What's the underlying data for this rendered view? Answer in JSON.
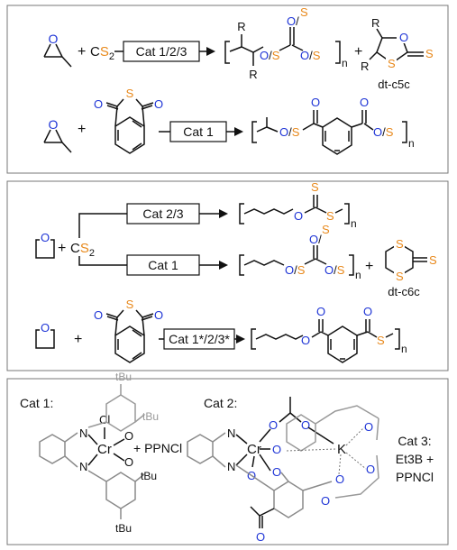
{
  "reactions": {
    "r1": {
      "reagent": "CS",
      "reagent_sub": "2",
      "catalyst_label": "Cat 1/2/3",
      "plus_1": "+",
      "plus_2": "+",
      "subscript": "n",
      "product_labels": [
        "R",
        "R",
        "O/S",
        "O/S",
        "O/S",
        "O/S",
        "S"
      ],
      "cyclic_product": {
        "name": "dt-c5c",
        "ring_atoms": [
          "O",
          "S",
          "S"
        ],
        "substituents": [
          "R",
          "R"
        ]
      }
    },
    "r2": {
      "catalyst_label": "Cat 1",
      "plus": "+",
      "subscript": "n",
      "reagent_atoms": [
        "S",
        "O",
        "O"
      ],
      "product_labels": [
        "O/S",
        "O/S",
        "O",
        "O"
      ]
    },
    "r3": {
      "reagent": "CS",
      "reagent_sub": "2",
      "plus": "+",
      "catalyst_top": "Cat 2/3",
      "catalyst_bottom": "Cat 1",
      "subscript": "n",
      "top_product_labels": [
        "S",
        "O",
        "S"
      ],
      "bottom_product_labels": [
        "O/S",
        "O/S",
        "O/S",
        "O/S"
      ],
      "plus_cyclic": "+",
      "cyclic_product": {
        "name": "dt-c6c",
        "ring_atoms": [
          "S",
          "S",
          "S"
        ]
      }
    },
    "r4": {
      "catalyst_label": "Cat 1*/2/3*",
      "plus": "+",
      "subscript": "n",
      "reagent_atoms": [
        "S",
        "O",
        "O"
      ],
      "product_labels": [
        "O",
        "O",
        "O",
        "S"
      ]
    }
  },
  "catalysts": {
    "cat1": {
      "label": "Cat 1:",
      "metal": "Cr",
      "ligand": "Cl",
      "cocatalyst": "+ PPNCl",
      "groups": [
        "tBu",
        "tBu",
        "tBu",
        "tBu"
      ],
      "atoms": [
        "N",
        "N",
        "O",
        "O"
      ]
    },
    "cat2": {
      "label": "Cat 2:",
      "metal": "Cr",
      "second_metal": "K",
      "atoms": [
        "N",
        "N",
        "O",
        "O",
        "O",
        "O",
        "O",
        "O",
        "O",
        "O",
        "O",
        "O"
      ]
    },
    "cat3": {
      "label": "Cat 3:",
      "line_2": "Et3B +",
      "line_3": "PPNCl"
    }
  },
  "colors": {
    "heteroatom_blue": "#1f35d6",
    "sulfur_orange": "#e8891c",
    "catalyst_grey": "#999999",
    "panel_border": "#777777"
  }
}
